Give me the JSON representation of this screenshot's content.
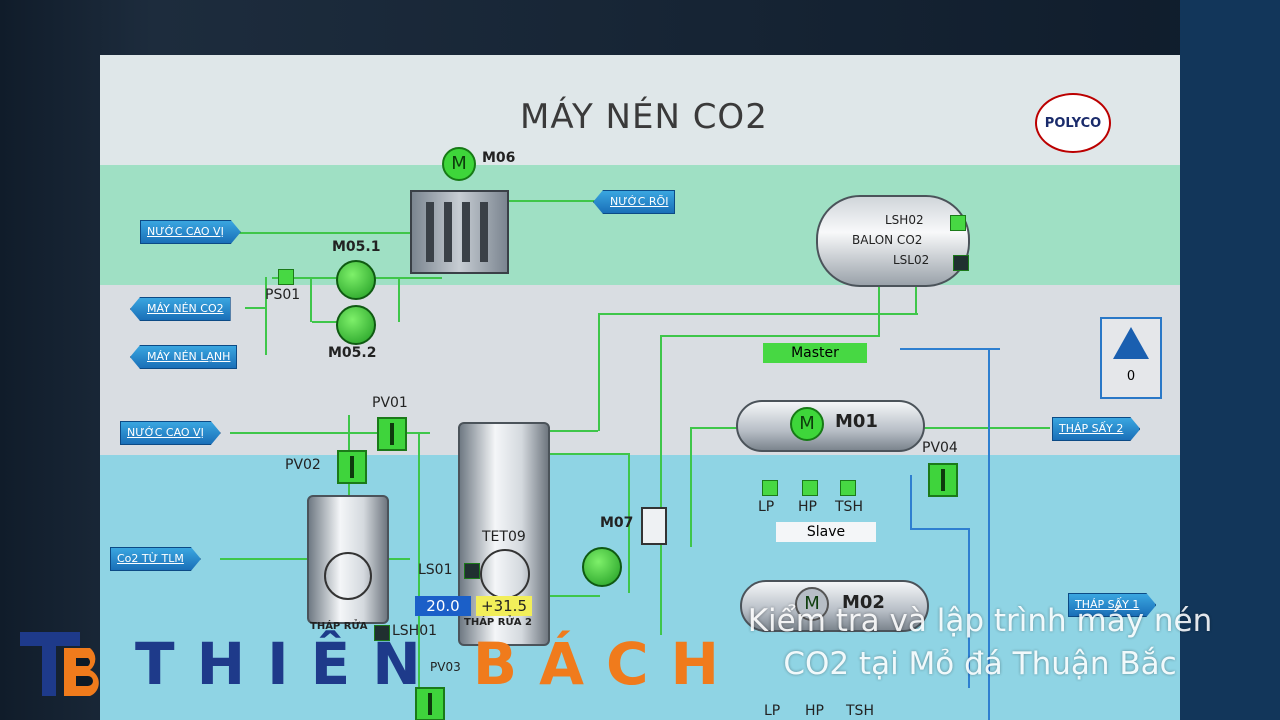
{
  "screen": {
    "title": "MÁY NÉN CO2",
    "logo_text": "POLYCO"
  },
  "tags": {
    "nuoc_roi": "NƯỚC RÕI",
    "nuoc_cao_vi_top": "NƯỚC CAO VỊ",
    "may_nen_co2": "MÁY NÉN CO2",
    "may_nen_lanh": "MÁY NÉN LẠNH",
    "nuoc_cao_vi_mid": "NƯỚC CAO VỊ",
    "co2_tu_tlm": "Co2 TỪ TLM",
    "thap_say_2": "THÁP SẤY 2",
    "thap_say_1": "THÁP SẤY 1"
  },
  "labels": {
    "m06": "M06",
    "m05_1": "M05.1",
    "m05_2": "M05.2",
    "ps01": "PS01",
    "pv01": "PV01",
    "pv02": "PV02",
    "pv04": "PV04",
    "m07": "M07",
    "tet09": "TET09",
    "ls01": "LS01",
    "lsh01": "LSH01",
    "thap_rua": "THÁP RỬA",
    "thap_rua_2": "THÁP RỬA 2",
    "pv03": "PV03",
    "m01": "M01",
    "m02": "M02",
    "lp": "LP",
    "hp": "HP",
    "tsh": "TSH",
    "lp2": "LP",
    "hp2": "HP",
    "tsh2": "TSH",
    "motor_m": "M"
  },
  "balon": {
    "name": "BALON CO2",
    "lsh02": "LSH02",
    "lsl02": "LSL02"
  },
  "status": {
    "master": "Master",
    "slave": "Slave"
  },
  "readings": {
    "value_blue": "20.0",
    "value_yellow": "+31.5"
  },
  "alarm": {
    "count": "0",
    "icon": "warning-icon"
  },
  "overlay": {
    "caption_line1": "Kiểm tra và lập trình máy nén",
    "caption_line2": "CO2 tại Mỏ đá Thuận Bắc",
    "brand_left": "THIÊN",
    "brand_right": "BÁCH"
  },
  "colors": {
    "running_green": "#3ed63a",
    "pipe_green": "#3fc64a",
    "pipe_blue": "#2e7fd0",
    "brand_blue": "#1e3a8a",
    "brand_orange": "#f07b1c"
  }
}
